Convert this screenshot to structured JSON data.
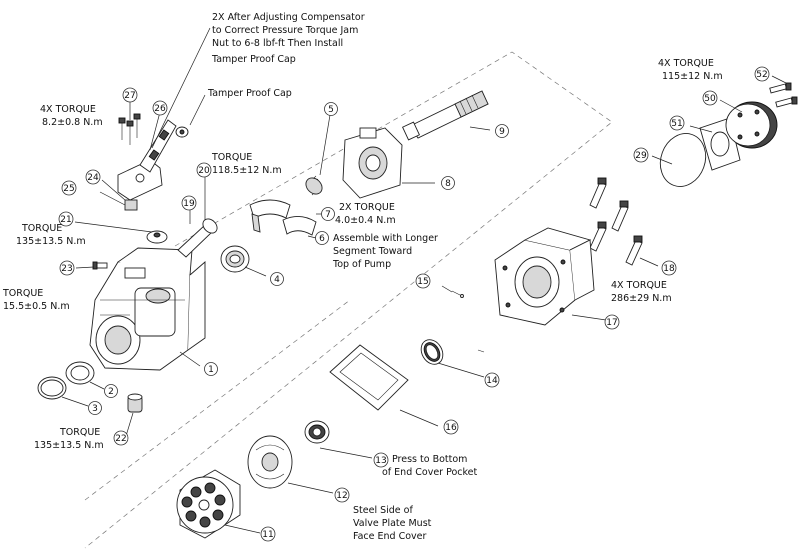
{
  "notes": {
    "jam_nut_line1": "2X After Adjusting Compensator",
    "jam_nut_line2": "to Correct Pressure Torque Jam",
    "jam_nut_line3": "Nut to 6-8 lbf-ft Then Install",
    "jam_nut_line4": "Tamper Proof Cap",
    "tamper_cap": "Tamper Proof Cap",
    "t27_line1": "4X TORQUE",
    "t27_line2": "8.2±0.8 N.m",
    "t20_line1": "TORQUE",
    "t20_line2": "118.5±12 N.m",
    "t21_line1": "TORQUE",
    "t21_line2": "135±13.5 N.m",
    "t23_line1": "TORQUE",
    "t23_line2": "15.5±0.5 N.m",
    "t22_line1": "TORQUE",
    "t22_line2": "135±13.5 N.m",
    "t7_line1": "2X TORQUE",
    "t7_line2": "4.0±0.4 N.m",
    "seg_line1": "Assemble with Longer",
    "seg_line2": "Segment Toward",
    "seg_line3": "Top of Pump",
    "t52_line1": "4X TORQUE",
    "t52_line2": "115±12 N.m",
    "t18_line1": "4X TORQUE",
    "t18_line2": "286±29 N.m",
    "press_line1": "Press to Bottom",
    "press_line2": "of End Cover Pocket",
    "valve_line1": "Steel Side of",
    "valve_line2": "Valve Plate Must",
    "valve_line3": "Face End Cover"
  },
  "callouts": {
    "c1": "1",
    "c2": "2",
    "c3": "3",
    "c4": "4",
    "c5": "5",
    "c6": "6",
    "c7": "7",
    "c8": "8",
    "c9": "9",
    "c11": "11",
    "c12": "12",
    "c13": "13",
    "c14": "14",
    "c15": "15",
    "c16": "16",
    "c17": "17",
    "c18": "18",
    "c19": "19",
    "c20": "20",
    "c21": "21",
    "c22": "22",
    "c23": "23",
    "c24": "24",
    "c25": "25",
    "c26": "26",
    "c27": "27",
    "c29": "29",
    "c50": "50",
    "c51": "51",
    "c52": "52"
  }
}
